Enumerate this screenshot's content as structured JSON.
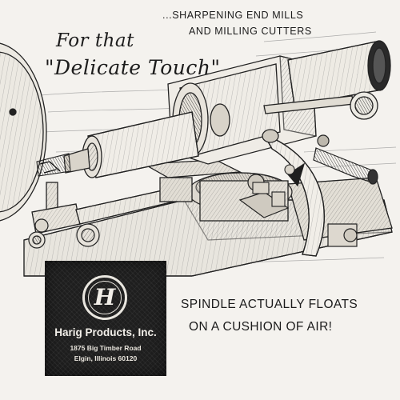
{
  "headline": {
    "line1": "For that",
    "line2": "\"Delicate Touch\""
  },
  "subhead": {
    "line1": "...SHARPENING END MILLS",
    "line2": "AND MILLING CUTTERS"
  },
  "tagline": {
    "line1": "SPINDLE ACTUALLY FLOATS",
    "line2": "ON A CUSHION OF AIR!"
  },
  "company": {
    "name": "Harig Products, Inc.",
    "street": "1875 Big Timber Road",
    "city": "Elgin, Illinois 60120"
  },
  "logo": {
    "icon": "h-seal-icon"
  },
  "colors": {
    "ink": "#1c1c1c",
    "paper": "#f4f2ee",
    "logo_box": "#1e1e1e"
  }
}
